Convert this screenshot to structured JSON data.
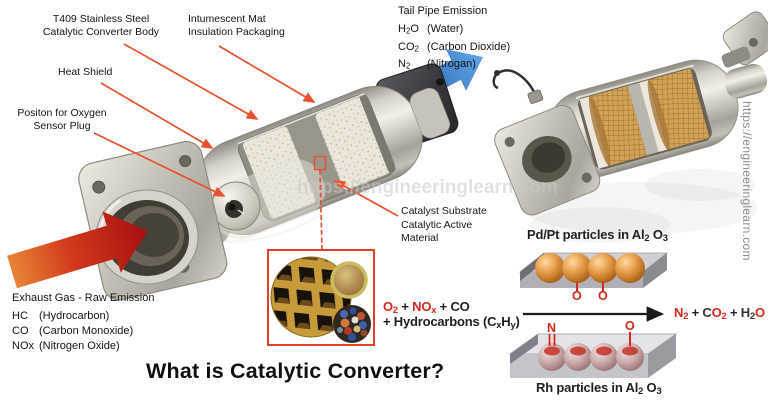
{
  "title": "What is Catalytic Converter?",
  "watermarks": {
    "center": "https://engineeringlearn.com",
    "side": "https://engineeringlearn.com"
  },
  "labels": {
    "converter_body": {
      "line1": "T409 Stainless Steel",
      "line2": "Catalytic Converter Body"
    },
    "insulation": {
      "line1": "Intumescent Mat",
      "line2": "Insulation Packaging"
    },
    "heat_shield": "Heat Shield",
    "oxygen_sensor": {
      "line1": "Positon for Oxygen",
      "line2": "Sensor Plug"
    },
    "catalyst_substrate": {
      "line1": "Catalyst Substrate",
      "line2": "Catalytic Active",
      "line3": "Material"
    }
  },
  "tail_pipe": {
    "heading": "Tail Pipe Emission",
    "rows": [
      {
        "formula": [
          {
            "t": "H"
          },
          {
            "t": "2",
            "sub": true
          },
          {
            "t": "O"
          }
        ],
        "name": "(Water)"
      },
      {
        "formula": [
          {
            "t": "CO"
          },
          {
            "t": "2",
            "sub": true
          }
        ],
        "name": "(Carbon Dioxide)"
      },
      {
        "formula": [
          {
            "t": "N"
          },
          {
            "t": "2",
            "sub": true
          }
        ],
        "name": "(Nitrogan)"
      }
    ]
  },
  "exhaust": {
    "heading": "Exhaust Gas - Raw Emission",
    "rows": [
      {
        "formula": "HC",
        "name": "(Hydrocarbon)"
      },
      {
        "formula": "CO",
        "name": "(Carbon Monoxide)"
      },
      {
        "formula": "NOx",
        "name": "(Nitrogen Oxide)"
      }
    ]
  },
  "reaction": {
    "pd_label": [
      {
        "t": "Pd/Pt particles in Al"
      },
      {
        "t": "2",
        "sub": true
      },
      {
        "t": " O"
      },
      {
        "t": "3",
        "sub": true
      }
    ],
    "rh_label": [
      {
        "t": "Rh particles in Al"
      },
      {
        "t": "2",
        "sub": true
      },
      {
        "t": " O"
      },
      {
        "t": "3",
        "sub": true
      }
    ],
    "reactants_line1": [
      {
        "t": "O",
        "c": "#d6281e"
      },
      {
        "t": "2",
        "sub": true,
        "c": "#d6281e"
      },
      {
        "t": " + ",
        "c": "#1f1f1f"
      },
      {
        "t": "NO",
        "c": "#d6281e"
      },
      {
        "t": "x",
        "sub": true,
        "c": "#d6281e"
      },
      {
        "t": " + CO",
        "c": "#1f1f1f"
      }
    ],
    "reactants_line2": [
      {
        "t": "+ Hydrocarbons (C",
        "c": "#1f1f1f"
      },
      {
        "t": "x",
        "sub": true,
        "c": "#1f1f1f"
      },
      {
        "t": "H",
        "c": "#1f1f1f"
      },
      {
        "t": "y",
        "sub": true,
        "c": "#1f1f1f"
      },
      {
        "t": ")",
        "c": "#1f1f1f"
      }
    ],
    "products": [
      {
        "t": "N",
        "c": "#d6281e"
      },
      {
        "t": "2",
        "sub": true,
        "c": "#d6281e"
      },
      {
        "t": " + ",
        "c": "#1f1f1f"
      },
      {
        "t": "C",
        "c": "#333333"
      },
      {
        "t": "O",
        "c": "#d6281e"
      },
      {
        "t": "2",
        "sub": true,
        "c": "#d6281e"
      },
      {
        "t": " + ",
        "c": "#1f1f1f"
      },
      {
        "t": "H",
        "c": "#333333"
      },
      {
        "t": "2",
        "sub": true,
        "c": "#333333"
      },
      {
        "t": "O",
        "c": "#d6281e"
      }
    ],
    "atoms": {
      "o_top_left": "O",
      "o_top_right": "O",
      "n_bottom": "N",
      "o_bottom": "O"
    }
  },
  "colors": {
    "leader_line": "#e8512d",
    "equation_red": "#d6281e",
    "inset_border": "#e0402a",
    "tailpipe_arrow_blue": "#2f6fb8",
    "exhaust_arrow_red": "#b51212",
    "honeycomb_gold": "#c89b3a",
    "substrate_tan": "#d2a257"
  }
}
